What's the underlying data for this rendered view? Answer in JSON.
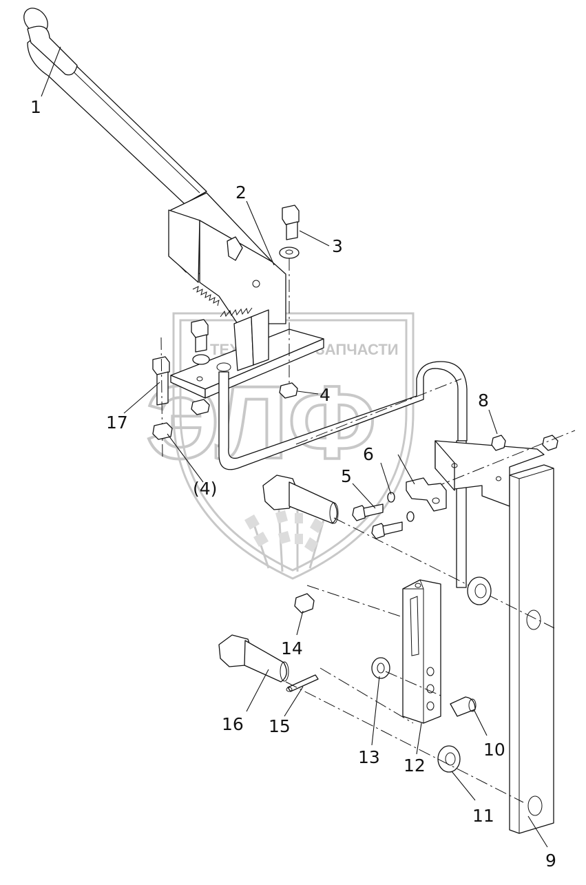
{
  "watermark": {
    "company_left": "ТЕХНИКА",
    "company_right": "ЗАПЧАСТИ",
    "brand": "ЭЛФ"
  },
  "callouts": {
    "c1": "1",
    "c2": "2",
    "c3": "3",
    "c4": "4",
    "c4b": "(4)",
    "c5": "5",
    "c6": "6",
    "c8": "8",
    "c9": "9",
    "c10": "10",
    "c11": "11",
    "c12": "12",
    "c13": "13",
    "c14": "14",
    "c15": "15",
    "c16": "16",
    "c17": "17"
  }
}
